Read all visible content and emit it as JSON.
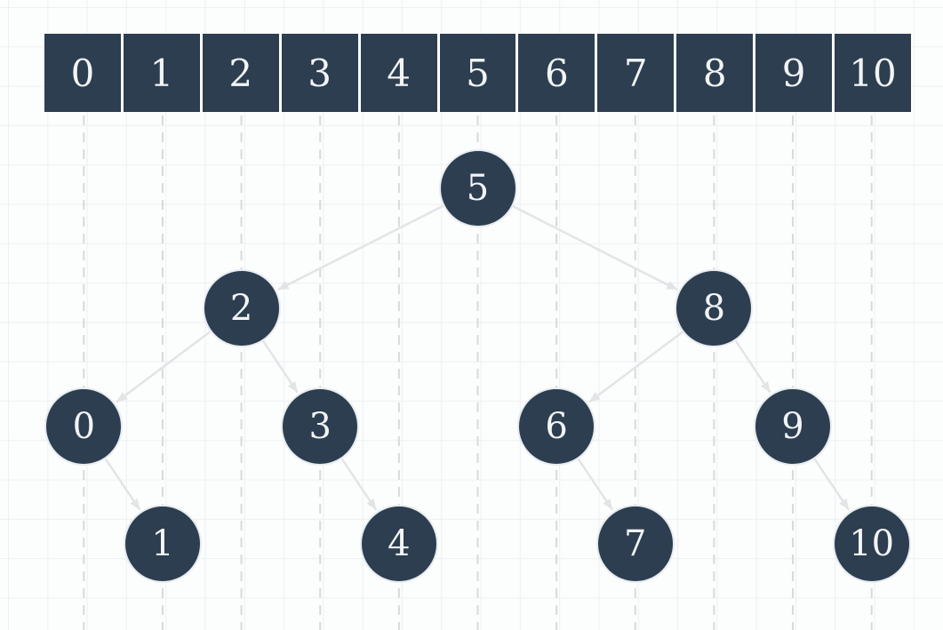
{
  "diagram": {
    "description": "Balanced binary search tree built from a sorted array of indices 0 through 10",
    "array": {
      "values": [
        "0",
        "1",
        "2",
        "3",
        "4",
        "5",
        "6",
        "7",
        "8",
        "9",
        "10"
      ]
    },
    "tree": {
      "nodes": [
        {
          "value": "5",
          "col": 5,
          "level": 0
        },
        {
          "value": "2",
          "col": 2,
          "level": 1
        },
        {
          "value": "8",
          "col": 8,
          "level": 1
        },
        {
          "value": "0",
          "col": 0,
          "level": 2
        },
        {
          "value": "3",
          "col": 3,
          "level": 2
        },
        {
          "value": "6",
          "col": 6,
          "level": 2
        },
        {
          "value": "9",
          "col": 9,
          "level": 2
        },
        {
          "value": "1",
          "col": 1,
          "level": 3
        },
        {
          "value": "4",
          "col": 4,
          "level": 3
        },
        {
          "value": "7",
          "col": 7,
          "level": 3
        },
        {
          "value": "10",
          "col": 10,
          "level": 3
        }
      ],
      "edges": [
        [
          "5",
          "2"
        ],
        [
          "5",
          "8"
        ],
        [
          "2",
          "0"
        ],
        [
          "2",
          "3"
        ],
        [
          "8",
          "6"
        ],
        [
          "8",
          "9"
        ],
        [
          "0",
          "1"
        ],
        [
          "3",
          "4"
        ],
        [
          "6",
          "7"
        ],
        [
          "9",
          "10"
        ]
      ]
    }
  },
  "colors": {
    "node_fill": "#2c3e50",
    "node_text": "#f2f4f5",
    "edge": "#e2e4e6",
    "guide_line": "#d9d9d9",
    "grid_line": "#edf0f2",
    "background": "#fcfdfd"
  }
}
